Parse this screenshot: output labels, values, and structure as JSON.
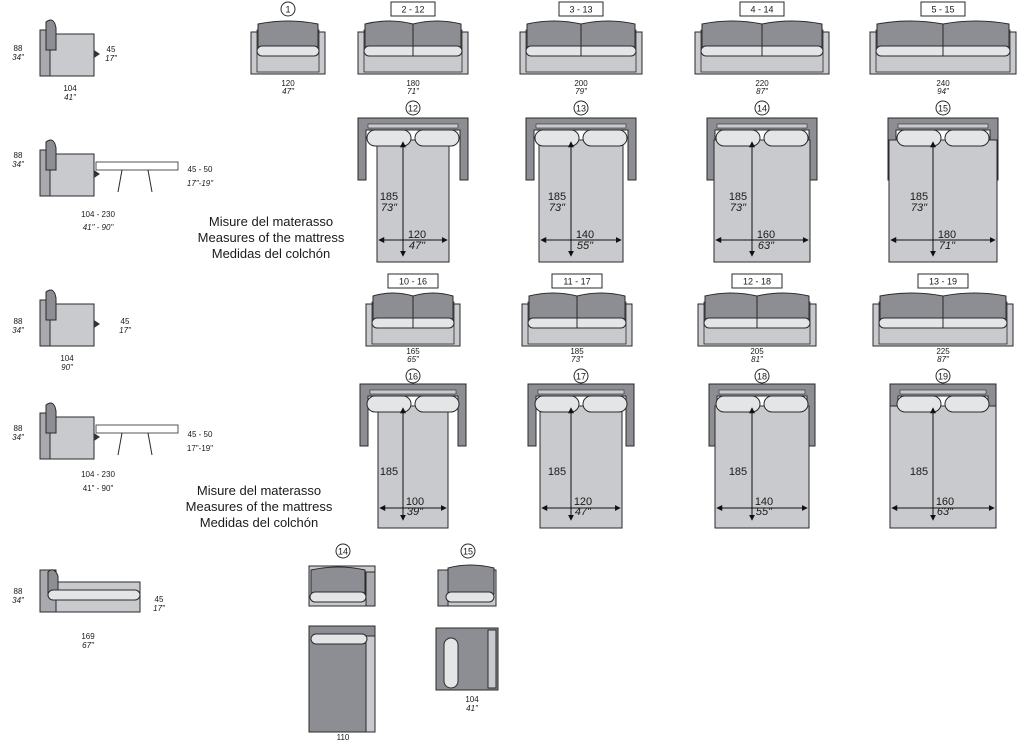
{
  "side_views": [
    {
      "h": "88",
      "h_in": "34\"",
      "seat": "45",
      "seat_in": "17\"",
      "depth": "104",
      "depth_in": "41\""
    },
    {
      "h": "88",
      "h_in": "34\"",
      "seat": "45 - 50",
      "seat_in": "17\"-19\"",
      "depth": "104 - 230",
      "depth_in": "41\" - 90\""
    },
    {
      "h": "88",
      "h_in": "34\"",
      "seat": "45",
      "seat_in": "17\"",
      "depth": "104",
      "depth_in": "90\""
    },
    {
      "h": "88",
      "h_in": "34\"",
      "seat": "45 - 50",
      "seat_in": "17\"-19\"",
      "depth": "104 - 230",
      "depth_in": "41\" - 90\""
    },
    {
      "h": "88",
      "h_in": "34\"",
      "seat": "45",
      "seat_in": "17\"",
      "depth": "169",
      "depth_in": "67\""
    }
  ],
  "captions": {
    "mattress_1": [
      "Misure del materasso",
      "Measures of the mattress",
      "Medidas del colchón"
    ],
    "mattress_2": [
      "Misure del materasso",
      "Measures of the mattress",
      "Medidas del colchón"
    ]
  },
  "row1": [
    {
      "code": "1",
      "circle": true,
      "w": "120",
      "w_in": "47\""
    },
    {
      "code": "2 - 12",
      "circle": false,
      "w": "180",
      "w_in": "71\""
    },
    {
      "code": "3 - 13",
      "circle": false,
      "w": "200",
      "w_in": "79\""
    },
    {
      "code": "4 - 14",
      "circle": false,
      "w": "220",
      "w_in": "87\""
    },
    {
      "code": "5 - 15",
      "circle": false,
      "w": "240",
      "w_in": "94\""
    }
  ],
  "bed1": [
    {
      "code": "12",
      "len": "185",
      "len_in": "73\"",
      "w": "120",
      "w_in": "47\""
    },
    {
      "code": "13",
      "len": "185",
      "len_in": "73\"",
      "w": "140",
      "w_in": "55\""
    },
    {
      "code": "14",
      "len": "185",
      "len_in": "73\"",
      "w": "160",
      "w_in": "63\""
    },
    {
      "code": "15",
      "len": "185",
      "len_in": "73\"",
      "w": "180",
      "w_in": "71\""
    }
  ],
  "row3": [
    {
      "code": "10 - 16",
      "w": "165",
      "w_in": "65\""
    },
    {
      "code": "11 - 17",
      "w": "185",
      "w_in": "73\""
    },
    {
      "code": "12 - 18",
      "w": "205",
      "w_in": "81\""
    },
    {
      "code": "13 - 19",
      "w": "225",
      "w_in": "87\""
    }
  ],
  "bed2": [
    {
      "code": "16",
      "len": "185",
      "w": "100",
      "w_in": "39\""
    },
    {
      "code": "17",
      "len": "185",
      "w": "120",
      "w_in": "47\""
    },
    {
      "code": "18",
      "len": "185",
      "w": "140",
      "w_in": "55\""
    },
    {
      "code": "19",
      "len": "185",
      "w": "160",
      "w_in": "63\""
    }
  ],
  "chaise": [
    {
      "code": "14",
      "w": "110",
      "w_in": ""
    },
    {
      "code": "15",
      "w": "104",
      "w_in": "41\""
    }
  ]
}
